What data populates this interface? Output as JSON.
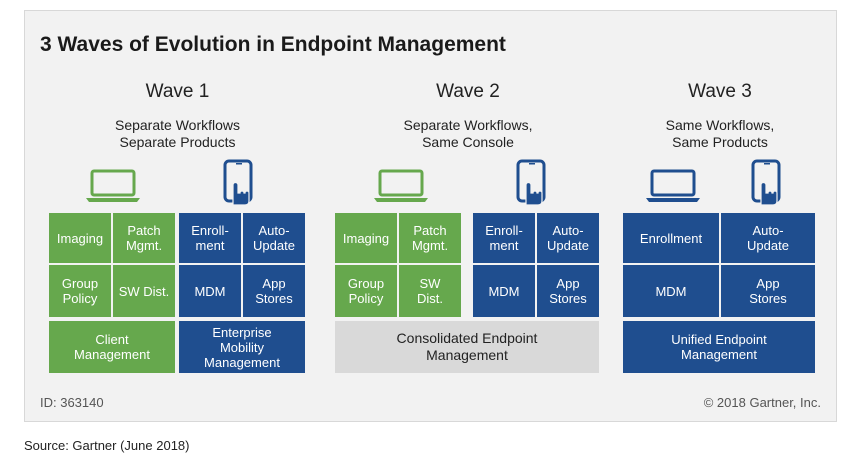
{
  "title": "3 Waves of Evolution in Endpoint Management",
  "waves": [
    {
      "name": "Wave 1",
      "description": "Separate Workflows\nSeparate Products",
      "client_boxes": [
        "Imaging",
        "Patch\nMgmt.",
        "Group\nPolicy",
        "SW Dist."
      ],
      "mobile_boxes": [
        "Enroll-\nment",
        "Auto-\nUpdate",
        "MDM",
        "App\nStores"
      ],
      "client_label": "Client\nManagement",
      "mobile_label": "Enterprise\nMobility\nManagement"
    },
    {
      "name": "Wave 2",
      "description": "Separate Workflows,\nSame Console",
      "client_boxes": [
        "Imaging",
        "Patch\nMgmt.",
        "Group\nPolicy",
        "SW\nDist."
      ],
      "mobile_boxes": [
        "Enroll-\nment",
        "Auto-\nUpdate",
        "MDM",
        "App\nStores"
      ],
      "consolidated_label": "Consolidated Endpoint\nManagement"
    },
    {
      "name": "Wave 3",
      "description": "Same Workflows,\nSame Products",
      "boxes": [
        "Enrollment",
        "Auto-\nUpdate",
        "MDM",
        "App\nStores"
      ],
      "unified_label": "Unified Endpoint\nManagement"
    }
  ],
  "footer": {
    "id": "ID: 363140",
    "copyright": "© 2018 Gartner, Inc."
  },
  "source": "Source: Gartner (June 2018)",
  "colors": {
    "green": "#66a84d",
    "blue": "#1f4e8f",
    "grey": "#d9d9d9",
    "panel": "#f2f2f2"
  },
  "icons": {
    "laptop": "laptop-icon",
    "tablet": "tablet-touch-icon"
  }
}
